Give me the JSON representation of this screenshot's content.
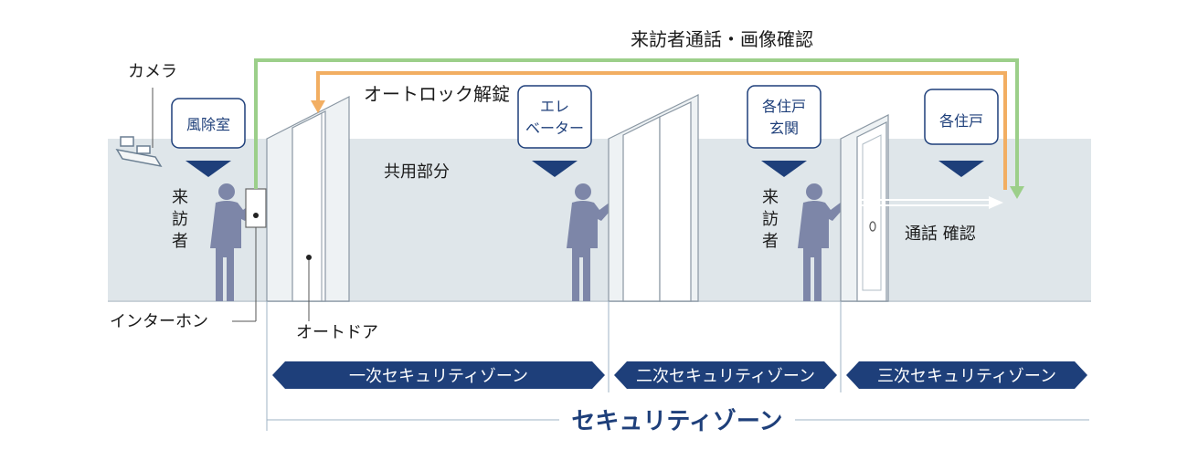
{
  "labels": {
    "camera": "カメラ",
    "visitor": "来訪者",
    "intercom": "インターホン",
    "auto_door": "オートドア",
    "auto_lock_release": "オートロック解錠",
    "common_area": "共用部分",
    "visitor_call_image": "来訪者通話・画像確認",
    "call_confirm": "通話 確認"
  },
  "tags": {
    "windbreak_line1": "風除室",
    "elevator_line1": "エレ",
    "elevator_line2": "ベーター",
    "unit_entrance_line1": "各住戸",
    "unit_entrance_line2": "玄関",
    "unit": "各住戸"
  },
  "zones": {
    "primary": "一次セキュリティゾーン",
    "secondary": "二次セキュリティゾーン",
    "tertiary": "三次セキュリティゾーン",
    "overall": "セキュリティゾーン"
  },
  "colors": {
    "background_band": "#dfe6ea",
    "silhouette": "#7d86a8",
    "navy": "#1e3f7a",
    "green_arrow": "#9ccf8a",
    "orange_arrow": "#f2ae62",
    "tag_border": "#1e3f7a"
  }
}
